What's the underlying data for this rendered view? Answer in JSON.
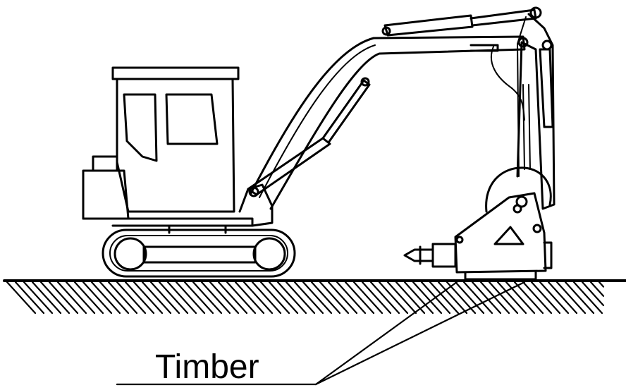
{
  "diagram": {
    "callout_label": "Timber",
    "components": [
      "excavator",
      "hydraulic-breaker",
      "ground-hatching",
      "timber-callout"
    ],
    "colors": {
      "stroke": "#000000",
      "background": "#ffffff"
    }
  }
}
